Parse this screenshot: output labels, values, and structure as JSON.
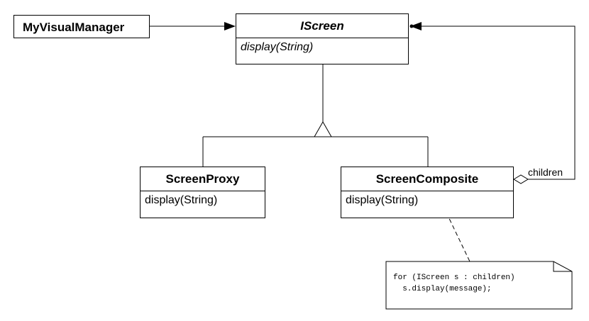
{
  "classes": {
    "my_visual_manager": {
      "name": "MyVisualManager"
    },
    "iscreen": {
      "name": "IScreen",
      "operation": "display(String)"
    },
    "screen_proxy": {
      "name": "ScreenProxy",
      "operation": "display(String)"
    },
    "screen_composite": {
      "name": "ScreenComposite",
      "operation": "display(String)"
    }
  },
  "associations": {
    "children_label": "children"
  },
  "note": {
    "line1": "for (IScreen s : children)",
    "line2": "  s.display(message);"
  }
}
